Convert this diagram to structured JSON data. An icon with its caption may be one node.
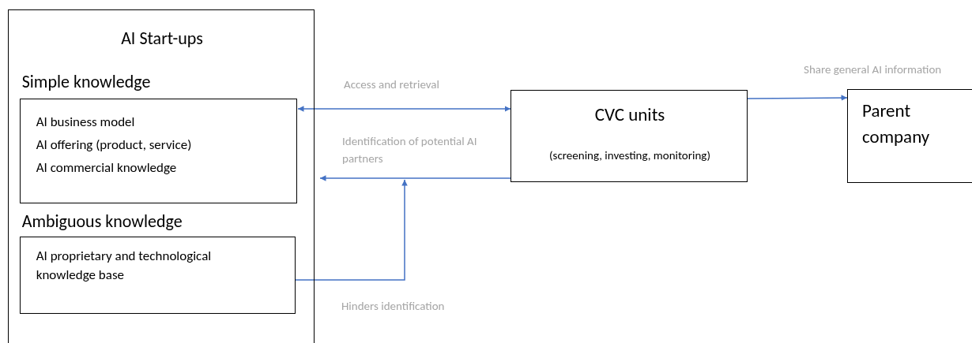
{
  "diagram": {
    "nodes": [
      {
        "text": [
          "AI Start-ups"
        ]
      },
      {
        "text": [
          "Simple knowledge",
          "AI business model",
          "AI offering (product, service)",
          "AI commercial knowledge"
        ],
        "in": 0
      },
      {
        "text": [
          "Ambiguous knowledge",
          "AI proprietary and technological knowledge base"
        ],
        "in": 0
      },
      {
        "text": [
          "CVC units",
          "(screening, investing, monitoring)"
        ]
      },
      {
        "text": [
          "Parent company"
        ]
      }
    ],
    "edges": [
      {
        "from": 1,
        "to": 3,
        "arrow": "both",
        "label": "Access and retrieval"
      },
      {
        "from": 3,
        "to": 0,
        "arrow": "to",
        "label": "Identification of potential AI partners"
      },
      {
        "from": 2,
        "to": null,
        "arrow": "to",
        "label": "Hinders identification"
      },
      {
        "from": 3,
        "to": 4,
        "arrow": "to",
        "label": "Share general AI information"
      }
    ]
  }
}
